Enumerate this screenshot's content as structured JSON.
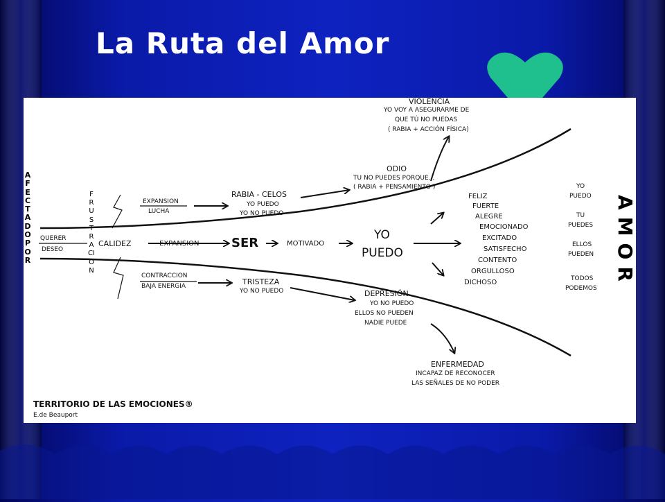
{
  "slide": {
    "title": "La Ruta del Amor",
    "heart_color": "#1fc08e",
    "background_color": "#0e22c0"
  },
  "diagram": {
    "left_vertical": "AFECTADO POR",
    "frustracion_vertical": "FRUSTRACION",
    "amor_vertical": "AMOR",
    "querer": "QUERER",
    "deseo": "DESEO",
    "calidez": "CALIDEZ",
    "expansion": "EXPANSION",
    "ser": "SER",
    "motivado": "MOTIVADO",
    "yo": "YO",
    "puedo": "PUEDO",
    "upper_branch": {
      "l1": "EXPANSION",
      "l2": "LUCHA"
    },
    "lower_branch": {
      "l1": "CONTRACCION",
      "l2": "BAJA ENERGIA"
    },
    "rabia": {
      "title": "RABIA - CELOS",
      "l1": "YO PUEDO",
      "l2": "YO NO PUEDO"
    },
    "tristeza": {
      "title": "TRISTEZA",
      "l1": "YO NO PUEDO"
    },
    "odio": {
      "title": "ODIO",
      "l1": "TU NO PUEDES PORQUE...",
      "l2": "( RABIA + PENSAMIENTO )"
    },
    "violencia": {
      "title": "VIOLENCIA",
      "l1": "YO VOY A ASEGURARME DE",
      "l2": "QUE TÚ NO PUEDAS",
      "l3": "( RABIA + ACCIÓN FÍSICA)"
    },
    "depresion": {
      "title": "DEPRESIÓN",
      "l1": "YO NO PUEDO",
      "l2": "ELLOS NO PUEDEN",
      "l3": "NADIE PUEDE"
    },
    "enfermedad": {
      "title": "ENFERMEDAD",
      "l1": "INCAPAZ DE RECONOCER",
      "l2": "LAS SEÑALES DE NO PODER"
    },
    "emotions": [
      "FELIZ",
      "FUERTE",
      "ALEGRE",
      "EMOCIONADO",
      "EXCITADO",
      "SATISFECHO",
      "CONTENTO",
      "ORGULLOSO",
      "DICHOSO"
    ],
    "right_col": {
      "yo1": "YO",
      "yo2": "PUEDO",
      "tu1": "TU",
      "tu2": "PUEDES",
      "ellos1": "ELLOS",
      "ellos2": "PUEDEN",
      "todos1": "TODOS",
      "todos2": "PODEMOS"
    },
    "footer": {
      "title": "TERRITORIO DE LAS EMOCIONES®",
      "author": "E.de Beauport"
    }
  }
}
